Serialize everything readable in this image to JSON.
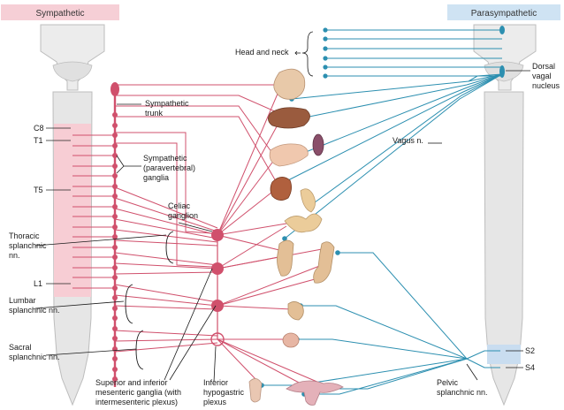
{
  "headers": {
    "sympathetic": "Sympathetic",
    "parasympathetic": "Parasympathetic"
  },
  "labels": {
    "c8": "C8",
    "t1": "T1",
    "t5": "T5",
    "l1": "L1",
    "thoracic_splanchnic": [
      "Thoracic",
      "splanchnic",
      "nn."
    ],
    "lumbar_splanchnic": [
      "Lumbar",
      "splanchnic nn."
    ],
    "sacral_splanchnic": [
      "Sacral",
      "splanchnic nn."
    ],
    "sympathetic_trunk": [
      "Sympathetic",
      "trunk"
    ],
    "paravertebral_ganglia": [
      "Sympathetic",
      "(paravertebral)",
      "ganglia"
    ],
    "celiac_ganglion": [
      "Celiac",
      "ganglion"
    ],
    "mesenteric_ganglia": [
      "Superior and inferior",
      "mesenteric ganglia (with",
      "intermesenteric plexus)"
    ],
    "inferior_hypogastric": [
      "Inferior",
      "hypogastric",
      "plexus"
    ],
    "head_and_neck": "Head and neck",
    "vagus": "Vagus n.",
    "dorsal_vagal_nucleus": [
      "Dorsal",
      "vagal",
      "nucleus"
    ],
    "s2": "S2",
    "s4": "S4",
    "pelvic_splanchnic": [
      "Pelvic",
      "splanchnic nn."
    ]
  },
  "organs": [
    "stomach",
    "liver",
    "pancreas-spleen",
    "kidney",
    "small-intestine",
    "ascending-colon",
    "descending-colon",
    "rectum",
    "bladder",
    "male-genitalia",
    "female-genitalia"
  ],
  "colors": {
    "sympathetic": "#d0506c",
    "parasympathetic": "#2c8fb0",
    "sympathetic_header": "#f6cfd6",
    "parasympathetic_header": "#cfe3f3",
    "spinal_gray": "#e6e6e6",
    "thoracolumbar_highlight": "#f7cdd4",
    "sacral_highlight": "#c9ddf0"
  }
}
